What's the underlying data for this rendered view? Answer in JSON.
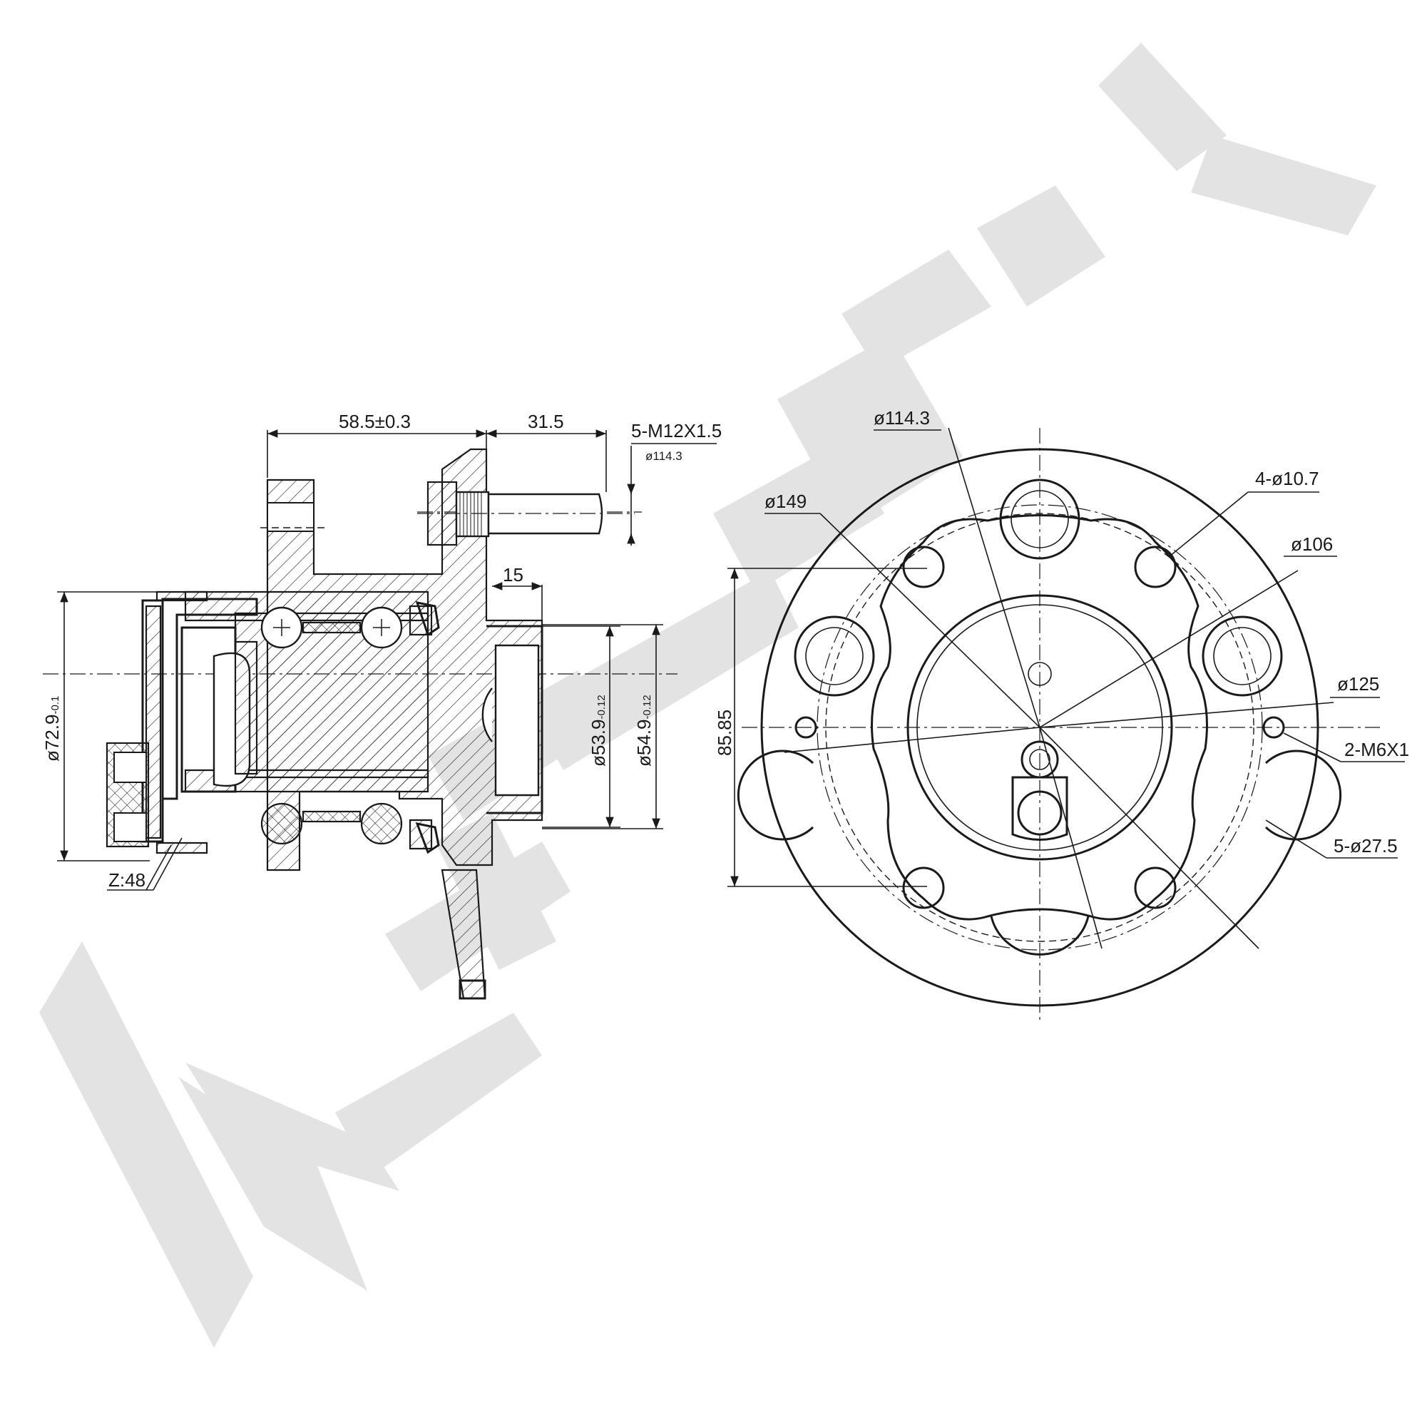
{
  "watermark": {
    "text": "ZENMEK",
    "color": "#e3e3e3"
  },
  "colors": {
    "line": "#1a1a1a",
    "background": "#ffffff"
  },
  "side_view": {
    "dim_width": "58.5±0.3",
    "dim_stud_length": "31.5",
    "stud_spec": "5-M12X1.5",
    "stud_pcd": "ø114.3",
    "dim_pilot": "15",
    "dia_flange_out": "ø72.9",
    "dia_flange_out_tol": "-0.1",
    "dia_pilot_a": "ø53.9",
    "dia_pilot_a_tol": "-0.12",
    "dia_pilot_b": "ø54.9",
    "dia_pilot_b_tol": "-0.12",
    "teeth": "Z:48"
  },
  "front_view": {
    "pcd": "ø114.3",
    "outer": "ø149",
    "holes_4": "4-ø10.7",
    "dia_106": "ø106",
    "height": "85.85",
    "dia_125": "ø125",
    "thread": "2-M6X1",
    "holes_5": "5-ø27.5"
  }
}
